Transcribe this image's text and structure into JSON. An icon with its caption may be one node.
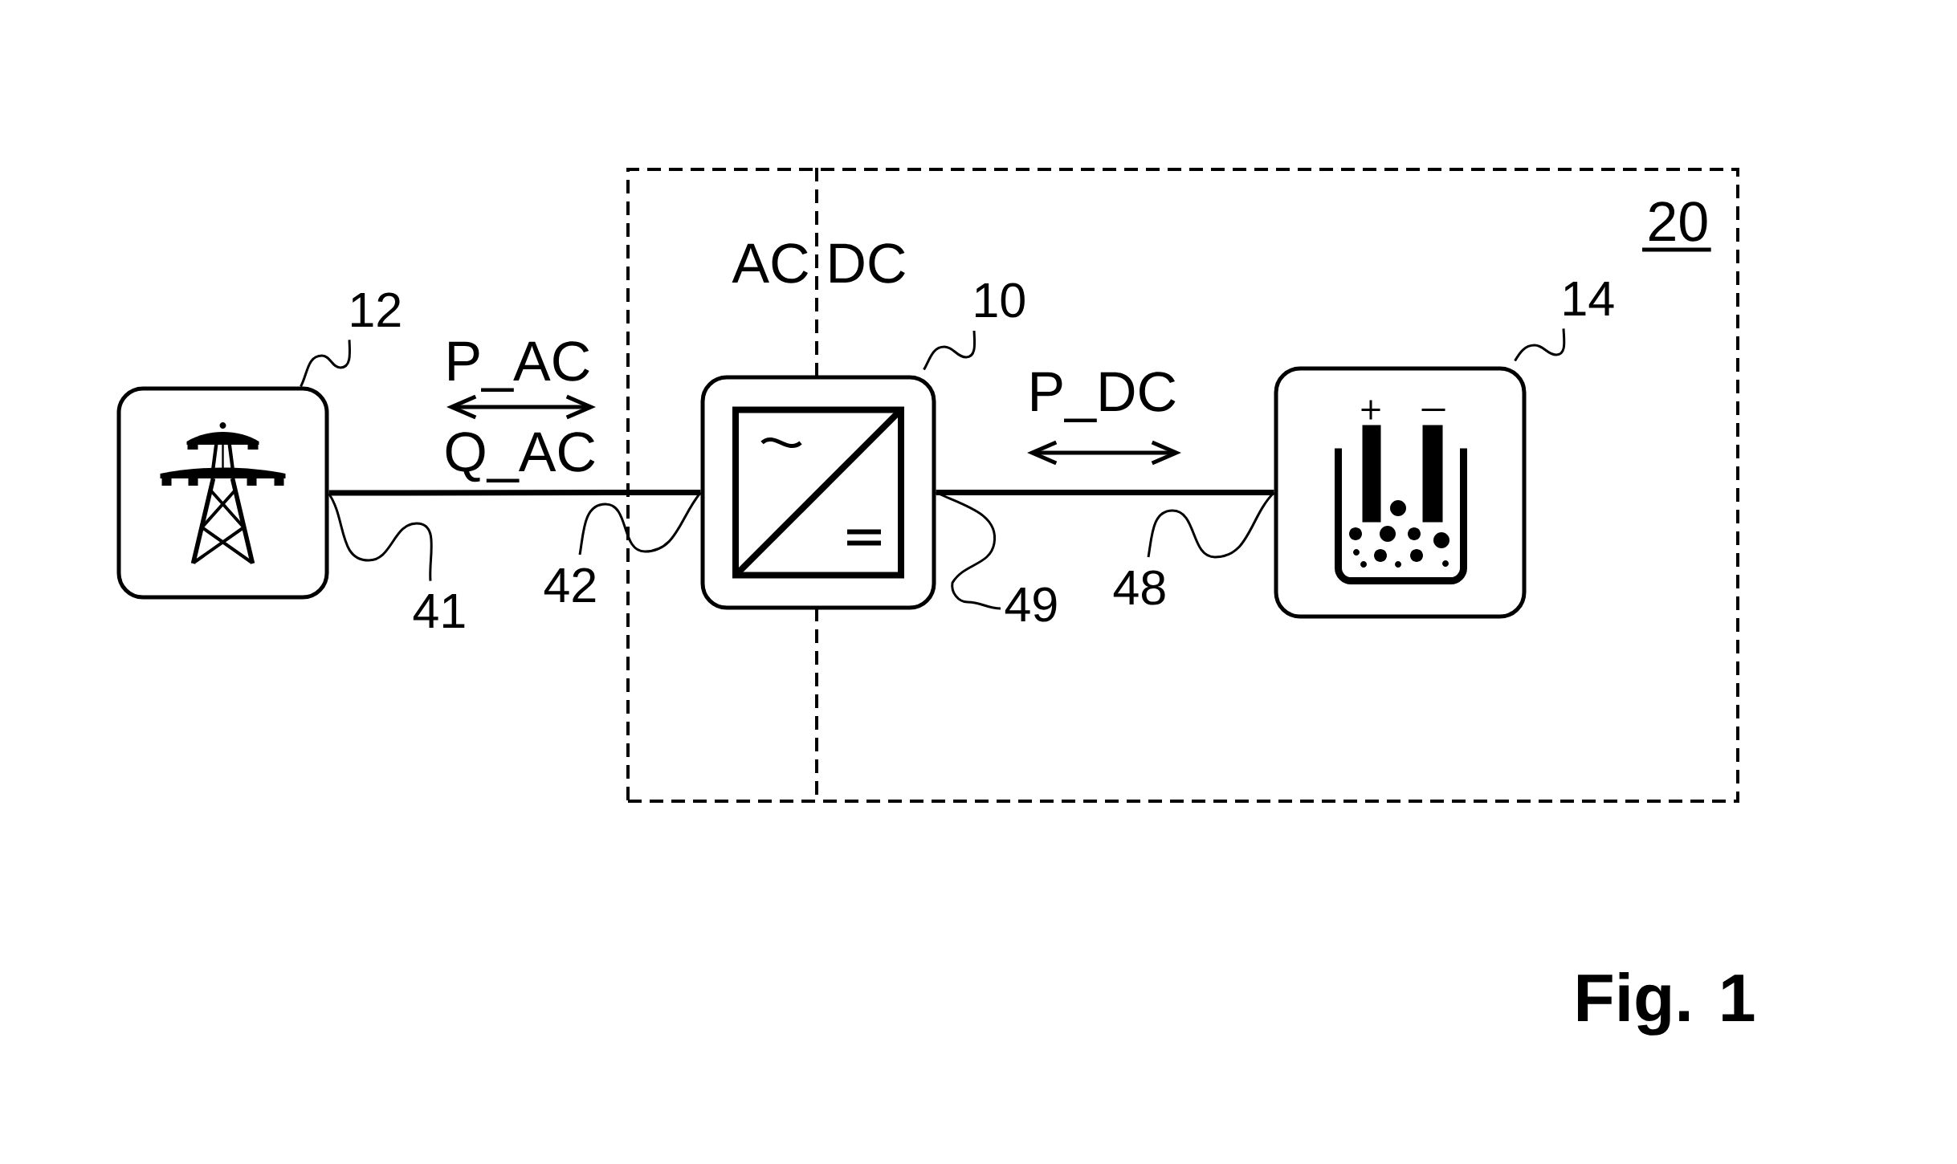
{
  "diagram": {
    "caption": "Fig. 1",
    "nodes": [
      {
        "text": [
          "20"
        ]
      },
      {
        "text": [
          "12"
        ]
      },
      {
        "text": [],
        "shape": "box"
      },
      {
        "text": [
          "41"
        ]
      },
      {
        "text": [
          "42"
        ]
      },
      {
        "text": [
          "10"
        ],
        "in": 0
      },
      {
        "text": [],
        "shape": "box",
        "in": 0
      },
      {
        "text": [
          "49"
        ],
        "in": 0
      },
      {
        "text": [
          "48"
        ],
        "in": 0
      },
      {
        "text": [
          "14"
        ],
        "in": 0
      },
      {
        "text": [],
        "shape": "box",
        "in": 0
      }
    ],
    "edges": [
      {
        "from": 2,
        "to": 6,
        "arrow": "none",
        "style": "thick"
      },
      {
        "from": 6,
        "to": 10,
        "arrow": "none",
        "style": "thick"
      },
      {
        "from": 1,
        "to": 2,
        "arrow": "none"
      },
      {
        "from": 3,
        "to": 2,
        "arrow": "none"
      },
      {
        "from": 4,
        "to": 6,
        "arrow": "none"
      },
      {
        "from": 5,
        "to": 6,
        "arrow": "none"
      },
      {
        "from": 7,
        "to": 6,
        "arrow": "none"
      },
      {
        "from": 8,
        "to": 10,
        "arrow": "none"
      },
      {
        "from": 9,
        "to": 10,
        "arrow": "none"
      }
    ],
    "labels": [
      "AC",
      "DC",
      "P_AC",
      "Q_AC",
      "P_DC"
    ]
  }
}
